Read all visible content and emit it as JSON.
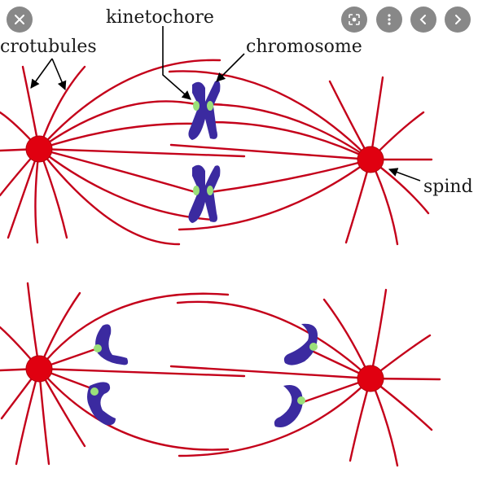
{
  "toolbar": {
    "close_icon": "close-icon",
    "lens_icon": "lens-icon",
    "more_icon": "more-vertical-icon",
    "prev_icon": "chevron-left-icon",
    "next_icon": "chevron-right-icon"
  },
  "figure": {
    "labels": {
      "microtubules": "crotubules",
      "kinetochore": "kinetochore",
      "chromosome": "chromosome",
      "spindle": "spind"
    }
  },
  "colors": {
    "microtubule": "#c4001a",
    "pole": "#e00010",
    "chromosome": "#3b2aa0",
    "kinetochore": "#9be07a"
  }
}
